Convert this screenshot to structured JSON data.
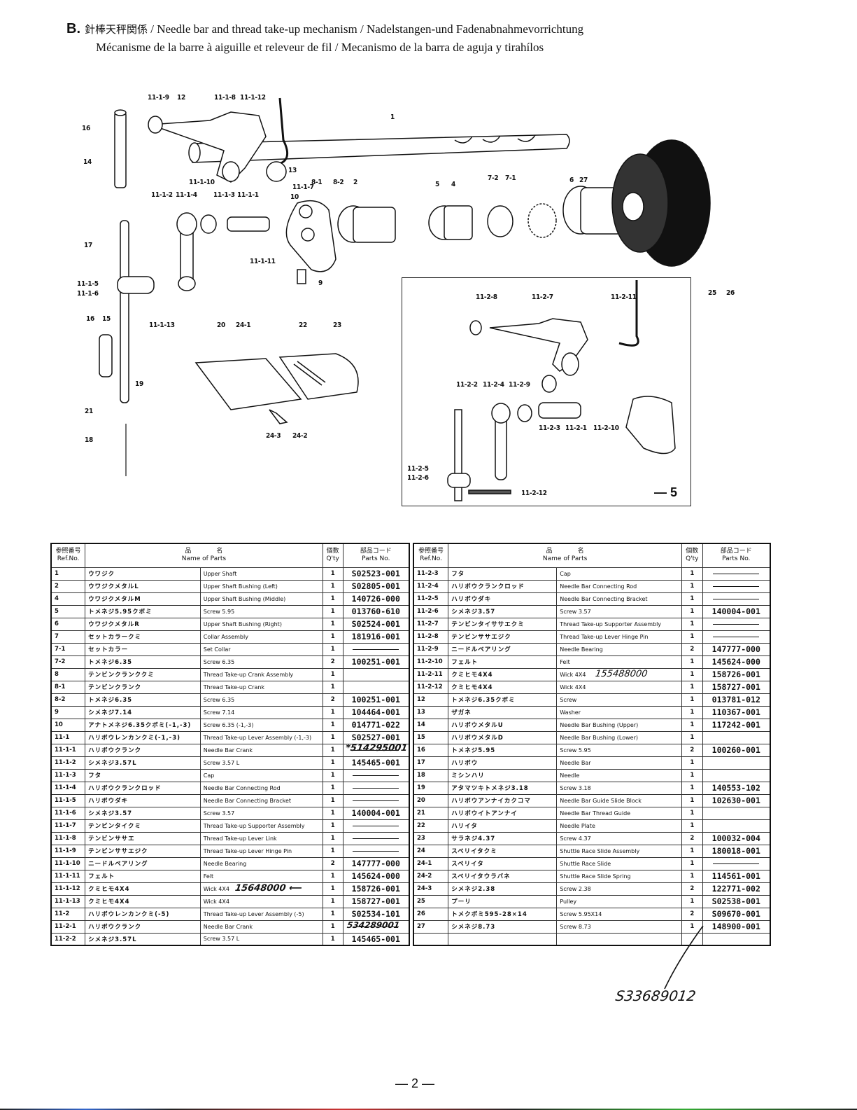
{
  "header": {
    "section": "B.",
    "title_jp": "針棒天秤関係",
    "title_line1": " / Needle bar and thread take-up mechanism / Nadelstangen-und Fadenabnahmevorrichtung",
    "title_line2": "Mécanisme de la barre à aiguille et releveur de fil / Mecanismo de la barra de aguja y tirahílos"
  },
  "diagram": {
    "labels": [
      "11-1-9",
      "12",
      "11-1-8",
      "11-1-12",
      "1",
      "16",
      "14",
      "11-1-10",
      "13",
      "11-1-2",
      "11-1-4",
      "11-1-3",
      "11-1-1",
      "11-1-7",
      "8-1",
      "8-2",
      "2",
      "10",
      "5",
      "4",
      "7-2",
      "7-1",
      "6",
      "27",
      "11-1-11",
      "9",
      "17",
      "11-1-5",
      "11-1-6",
      "11-1-13",
      "20",
      "24-1",
      "22",
      "23",
      "16",
      "15",
      "19",
      "21",
      "18",
      "24-3",
      "24-2",
      "25",
      "26"
    ],
    "inset_labels": [
      "11-2-8",
      "11-2-7",
      "11-2-11",
      "11-2-2",
      "11-2-4",
      "11-2-9",
      "11-2-3",
      "11-2-1",
      "11-2-10",
      "11-2-5",
      "11-2-6",
      "11-2-12"
    ],
    "inset_figure_number": "— 5"
  },
  "table_headers": {
    "ref_jp": "参照番号",
    "ref_en": "Ref.No.",
    "name_jp": "品　　　　名",
    "name_en": "Name of Parts",
    "qty_jp": "個数",
    "qty_en": "Q'ty",
    "pn_jp": "部品コード",
    "pn_en": "Parts No."
  },
  "left_rows": [
    {
      "ref": "1",
      "jp": "ウワジク",
      "en": "Upper Shaft",
      "qty": "1",
      "pn": "S02523-001"
    },
    {
      "ref": "2",
      "jp": "ウワジクメタルL",
      "en": "Upper Shaft Bushing (Left)",
      "qty": "1",
      "pn": "S02805-001"
    },
    {
      "ref": "4",
      "jp": "ウワジクメタルM",
      "en": "Upper Shaft Bushing (Middle)",
      "qty": "1",
      "pn": "140726-000"
    },
    {
      "ref": "5",
      "jp": "トメネジ5.95クボミ",
      "en": "Screw 5.95",
      "qty": "1",
      "pn": "013760-610"
    },
    {
      "ref": "6",
      "jp": "ウワジクメタルR",
      "en": "Upper Shaft Bushing (Right)",
      "qty": "1",
      "pn": "S02524-001"
    },
    {
      "ref": "7",
      "jp": "セットカラークミ",
      "en": "Collar Assembly",
      "qty": "1",
      "pn": "181916-001"
    },
    {
      "ref": "7-1",
      "jp": "セットカラー",
      "en": "Set Collar",
      "qty": "1",
      "pn": "—"
    },
    {
      "ref": "7-2",
      "jp": "トメネジ6.35",
      "en": "Screw 6.35",
      "qty": "2",
      "pn": "100251-001"
    },
    {
      "ref": "8",
      "jp": "テンビンクランククミ",
      "en": "Thread Take-up Crank Assembly",
      "qty": "1",
      "pn": ""
    },
    {
      "ref": "8-1",
      "jp": "テンビンクランク",
      "en": "Thread Take-up Crank",
      "qty": "1",
      "pn": ""
    },
    {
      "ref": "8-2",
      "jp": "トメネジ6.35",
      "en": "Screw 6.35",
      "qty": "2",
      "pn": "100251-001"
    },
    {
      "ref": "9",
      "jp": "シメネジ7.14",
      "en": "Screw 7.14",
      "qty": "1",
      "pn": "104464-001"
    },
    {
      "ref": "10",
      "jp": "アナトメネジ6.35クボミ(-1,-3)",
      "en": "Screw 6.35 (-1,-3)",
      "qty": "1",
      "pn": "014771-022"
    },
    {
      "ref": "11-1",
      "jp": "ハリボウレンカンクミ(-1,-3)",
      "en": "Thread Take-up Lever Assembly (-1,-3)",
      "qty": "1",
      "pn": "S02527-001"
    },
    {
      "ref": "11-1-1",
      "jp": "ハリボウクランク",
      "en": "Needle Bar Crank",
      "qty": "1",
      "pn": "—"
    },
    {
      "ref": "11-1-2",
      "jp": "シメネジ3.57L",
      "en": "Screw 3.57 L",
      "qty": "1",
      "pn": "145465-001"
    },
    {
      "ref": "11-1-3",
      "jp": "フタ",
      "en": "Cap",
      "qty": "1",
      "pn": "—"
    },
    {
      "ref": "11-1-4",
      "jp": "ハリボウクランクロッド",
      "en": "Needle Bar Connecting Rod",
      "qty": "1",
      "pn": "—"
    },
    {
      "ref": "11-1-5",
      "jp": "ハリボウダキ",
      "en": "Needle Bar Connecting Bracket",
      "qty": "1",
      "pn": "—"
    },
    {
      "ref": "11-1-6",
      "jp": "シメネジ3.57",
      "en": "Screw 3.57",
      "qty": "1",
      "pn": "140004-001"
    },
    {
      "ref": "11-1-7",
      "jp": "テンビンタイクミ",
      "en": "Thread Take-up Supporter Assembly",
      "qty": "1",
      "pn": "—"
    },
    {
      "ref": "11-1-8",
      "jp": "テンビンササエ",
      "en": "Thread Take-up Lever Link",
      "qty": "1",
      "pn": "—"
    },
    {
      "ref": "11-1-9",
      "jp": "テンビンササエジク",
      "en": "Thread Take-up Lever Hinge Pin",
      "qty": "1",
      "pn": "—"
    },
    {
      "ref": "11-1-10",
      "jp": "ニードルベアリング",
      "en": "Needle Bearing",
      "qty": "2",
      "pn": "147777-000"
    },
    {
      "ref": "11-1-11",
      "jp": "フェルト",
      "en": "Felt",
      "qty": "1",
      "pn": "145624-000"
    },
    {
      "ref": "11-1-12",
      "jp": "クミヒモ4X4",
      "en": "Wick 4X4",
      "qty": "1",
      "pn": "158726-001"
    },
    {
      "ref": "11-1-13",
      "jp": "クミヒモ4X4",
      "en": "Wick 4X4",
      "qty": "1",
      "pn": "158727-001"
    },
    {
      "ref": "11-2",
      "jp": "ハリボウレンカンクミ(-5)",
      "en": "Thread Take-up Lever Assembly (-5)",
      "qty": "1",
      "pn": "S02534-101"
    },
    {
      "ref": "11-2-1",
      "jp": "ハリボウクランク",
      "en": "Needle Bar Crank",
      "qty": "1",
      "pn": "—"
    },
    {
      "ref": "11-2-2",
      "jp": "シメネジ3.57L",
      "en": "Screw 3.57 L",
      "qty": "1",
      "pn": "145465-001"
    }
  ],
  "right_rows": [
    {
      "ref": "11-2-3",
      "jp": "フタ",
      "en": "Cap",
      "qty": "1",
      "pn": "—"
    },
    {
      "ref": "11-2-4",
      "jp": "ハリボウクランクロッド",
      "en": "Needle Bar Connecting Rod",
      "qty": "1",
      "pn": "—"
    },
    {
      "ref": "11-2-5",
      "jp": "ハリボウダキ",
      "en": "Needle Bar Connecting Bracket",
      "qty": "1",
      "pn": "—"
    },
    {
      "ref": "11-2-6",
      "jp": "シメネジ3.57",
      "en": "Screw 3.57",
      "qty": "1",
      "pn": "140004-001"
    },
    {
      "ref": "11-2-7",
      "jp": "テンビンタイササエクミ",
      "en": "Thread Take-up Supporter Assembly",
      "qty": "1",
      "pn": "—"
    },
    {
      "ref": "11-2-8",
      "jp": "テンビンササエジク",
      "en": "Thread Take-up Lever Hinge Pin",
      "qty": "1",
      "pn": "—"
    },
    {
      "ref": "11-2-9",
      "jp": "ニードルベアリング",
      "en": "Needle Bearing",
      "qty": "2",
      "pn": "147777-000"
    },
    {
      "ref": "11-2-10",
      "jp": "フェルト",
      "en": "Felt",
      "qty": "1",
      "pn": "145624-000"
    },
    {
      "ref": "11-2-11",
      "jp": "クミヒモ4X4",
      "en": "Wick 4X4",
      "qty": "1",
      "pn": "158726-001"
    },
    {
      "ref": "11-2-12",
      "jp": "クミヒモ4X4",
      "en": "Wick 4X4",
      "qty": "1",
      "pn": "158727-001"
    },
    {
      "ref": "12",
      "jp": "トメネジ6.35クボミ",
      "en": "Screw",
      "qty": "1",
      "pn": "013781-012"
    },
    {
      "ref": "13",
      "jp": "ザガネ",
      "en": "Washer",
      "qty": "1",
      "pn": "110367-001"
    },
    {
      "ref": "14",
      "jp": "ハリボウメタルU",
      "en": "Needle Bar Bushing (Upper)",
      "qty": "1",
      "pn": "117242-001"
    },
    {
      "ref": "15",
      "jp": "ハリボウメタルD",
      "en": "Needle Bar Bushing (Lower)",
      "qty": "1",
      "pn": ""
    },
    {
      "ref": "16",
      "jp": "トメネジ5.95",
      "en": "Screw 5.95",
      "qty": "2",
      "pn": "100260-001"
    },
    {
      "ref": "17",
      "jp": "ハリボウ",
      "en": "Needle Bar",
      "qty": "1",
      "pn": ""
    },
    {
      "ref": "18",
      "jp": "ミシンハリ",
      "en": "Needle",
      "qty": "1",
      "pn": ""
    },
    {
      "ref": "19",
      "jp": "アタマツキトメネジ3.18",
      "en": "Screw 3.18",
      "qty": "1",
      "pn": "140553-102"
    },
    {
      "ref": "20",
      "jp": "ハリボウアンナイカクコマ",
      "en": "Needle Bar Guide Slide Block",
      "qty": "1",
      "pn": "102630-001"
    },
    {
      "ref": "21",
      "jp": "ハリボウイトアンナイ",
      "en": "Needle Bar Thread Guide",
      "qty": "1",
      "pn": ""
    },
    {
      "ref": "22",
      "jp": "ハリイタ",
      "en": "Needle Plate",
      "qty": "1",
      "pn": ""
    },
    {
      "ref": "23",
      "jp": "サラネジ4.37",
      "en": "Screw 4.37",
      "qty": "2",
      "pn": "100032-004"
    },
    {
      "ref": "24",
      "jp": "スベリイタクミ",
      "en": "Shuttle Race Slide Assembly",
      "qty": "1",
      "pn": "180018-001"
    },
    {
      "ref": "24-1",
      "jp": "スベリイタ",
      "en": "Shuttle Race Slide",
      "qty": "1",
      "pn": "—"
    },
    {
      "ref": "24-2",
      "jp": "スベリイタウラバネ",
      "en": "Shuttle Race Slide Spring",
      "qty": "1",
      "pn": "114561-001"
    },
    {
      "ref": "24-3",
      "jp": "シメネジ2.38",
      "en": "Screw 2.38",
      "qty": "2",
      "pn": "122771-002"
    },
    {
      "ref": "25",
      "jp": "プーリ",
      "en": "Pulley",
      "qty": "1",
      "pn": "S02538-001"
    },
    {
      "ref": "26",
      "jp": "トメクボミ595-28×14",
      "en": "Screw 5.95X14",
      "qty": "2",
      "pn": "S09670-001"
    },
    {
      "ref": "27",
      "jp": "シメネジ8.73",
      "en": "Screw 8.73",
      "qty": "1",
      "pn": "148900-001"
    },
    {
      "ref": "",
      "jp": "",
      "en": "",
      "qty": "",
      "pn": ""
    }
  ],
  "handwritten": {
    "note_11_1_1": "*514295001",
    "note_11_1_12": "15648000",
    "note_11_2_1": "534289001",
    "note_11_2_11": "155488000",
    "note_bottom": "S33689012"
  },
  "footer": {
    "page": "— 2 —"
  }
}
